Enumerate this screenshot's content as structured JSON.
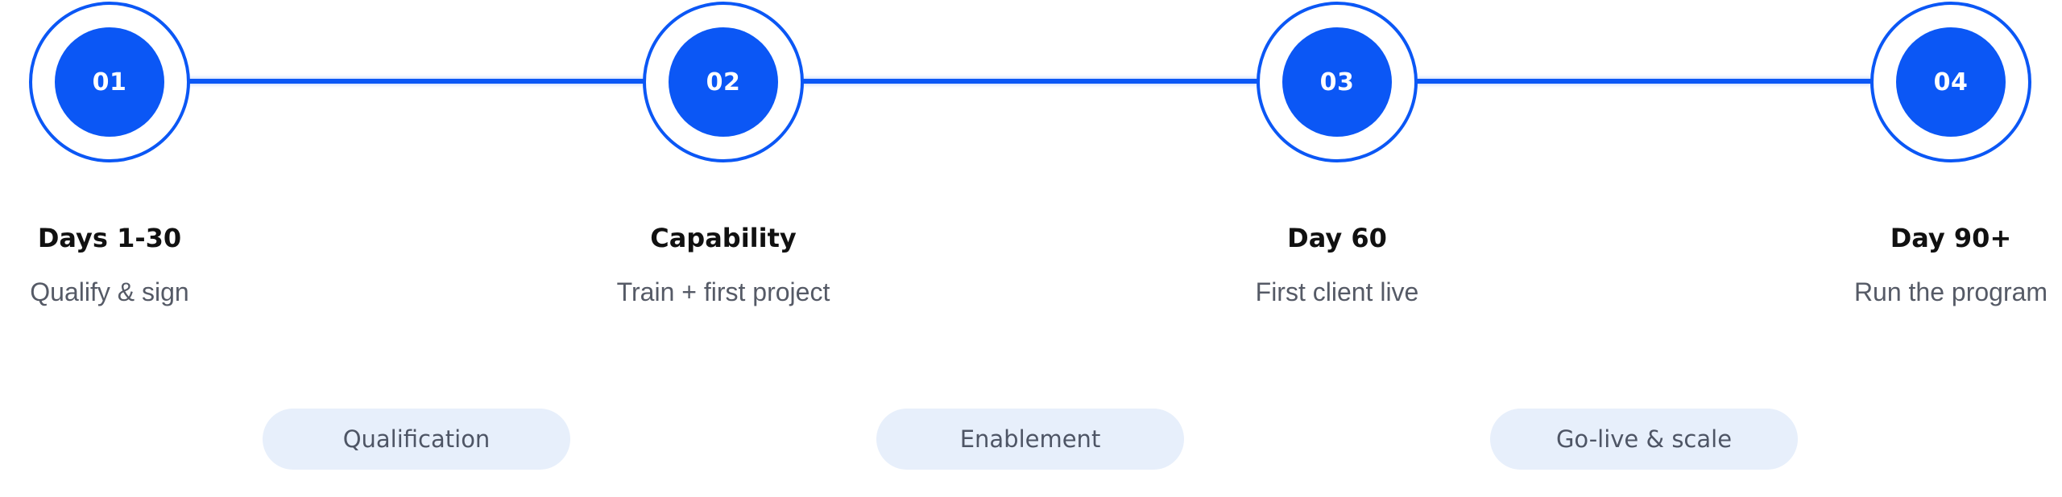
{
  "colors": {
    "accent": "#0b57f5",
    "pill_background": "#e7effb",
    "title_text": "#111111",
    "subtitle_text": "#555a66"
  },
  "steps": [
    {
      "number": "01",
      "title": "Days 1-30",
      "subtitle": "Qualify & sign"
    },
    {
      "number": "02",
      "title": "Capability",
      "subtitle": "Train + first project"
    },
    {
      "number": "03",
      "title": "Day 60",
      "subtitle": "First client live"
    },
    {
      "number": "04",
      "title": "Day 90+",
      "subtitle": "Run the program"
    }
  ],
  "phases": [
    {
      "label": "Qualification"
    },
    {
      "label": "Enablement"
    },
    {
      "label": "Go-live & scale"
    }
  ]
}
